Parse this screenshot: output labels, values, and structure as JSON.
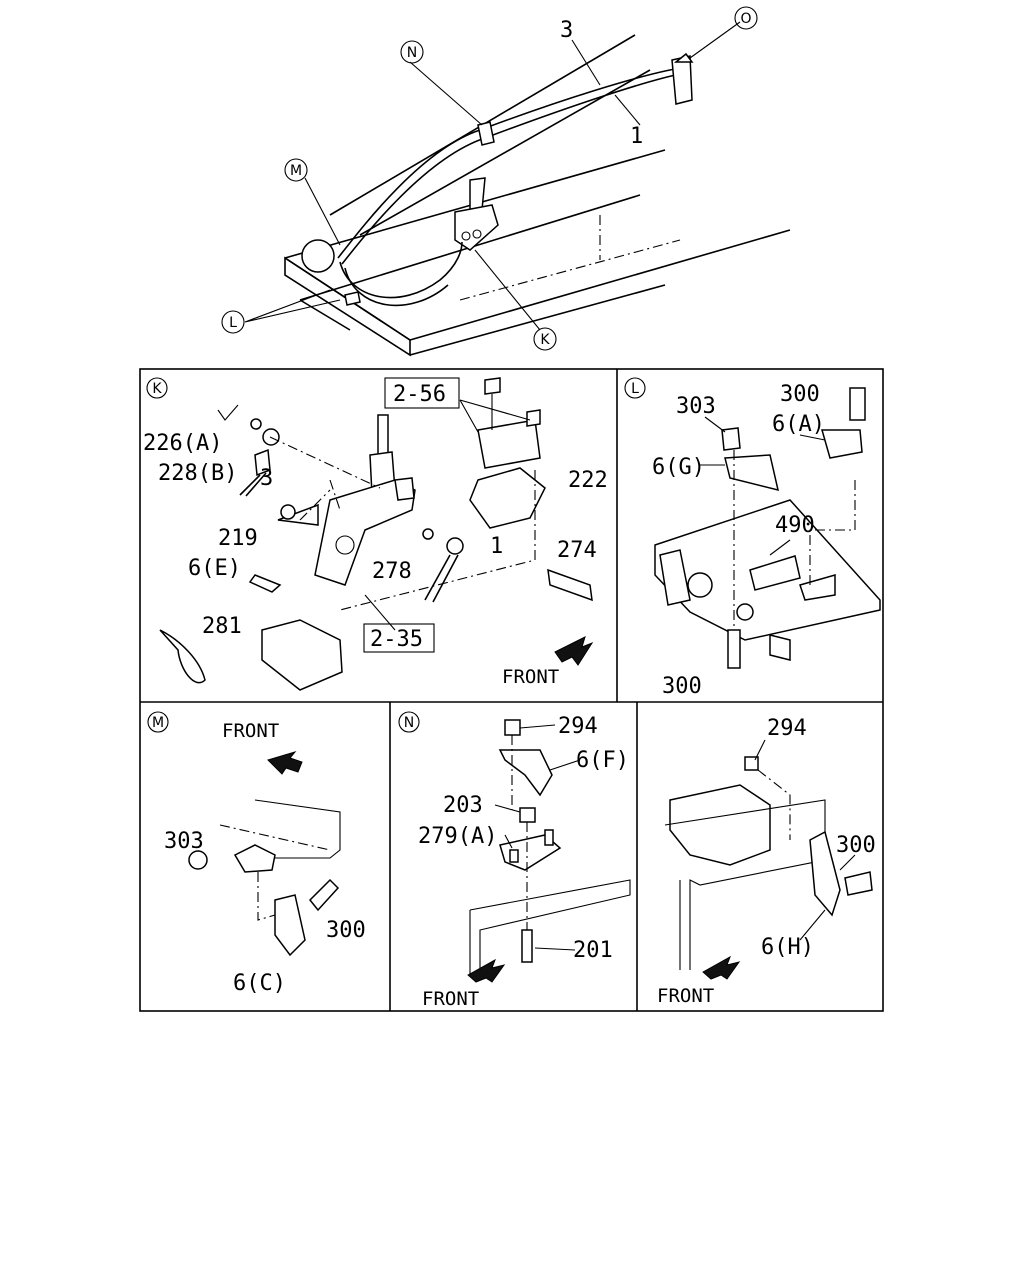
{
  "overview": {
    "callouts": [
      "O",
      "N",
      "M",
      "L",
      "K"
    ],
    "labels": [
      "3",
      "1"
    ]
  },
  "panel_k": {
    "callout": "K",
    "ref_boxes": [
      "2-56",
      "2-35"
    ],
    "labels": [
      "226(A)",
      "228(B)",
      "3",
      "222",
      "219",
      "6(E)",
      "278",
      "1",
      "274",
      "281"
    ],
    "front_label": "FRONT"
  },
  "panel_l": {
    "callout": "L",
    "labels": [
      "300",
      "303",
      "6(A)",
      "6(G)",
      "490",
      "300"
    ]
  },
  "panel_m": {
    "callout": "M",
    "front_label": "FRONT",
    "labels": [
      "303",
      "300",
      "6(C)"
    ]
  },
  "panel_n": {
    "callout": "N",
    "labels": [
      "294",
      "6(F)",
      "203",
      "279(A)",
      "201"
    ],
    "front_label": "FRONT"
  },
  "panel_unlabeled": {
    "labels": [
      "294",
      "300",
      "6(H)"
    ],
    "front_label": "FRONT"
  }
}
